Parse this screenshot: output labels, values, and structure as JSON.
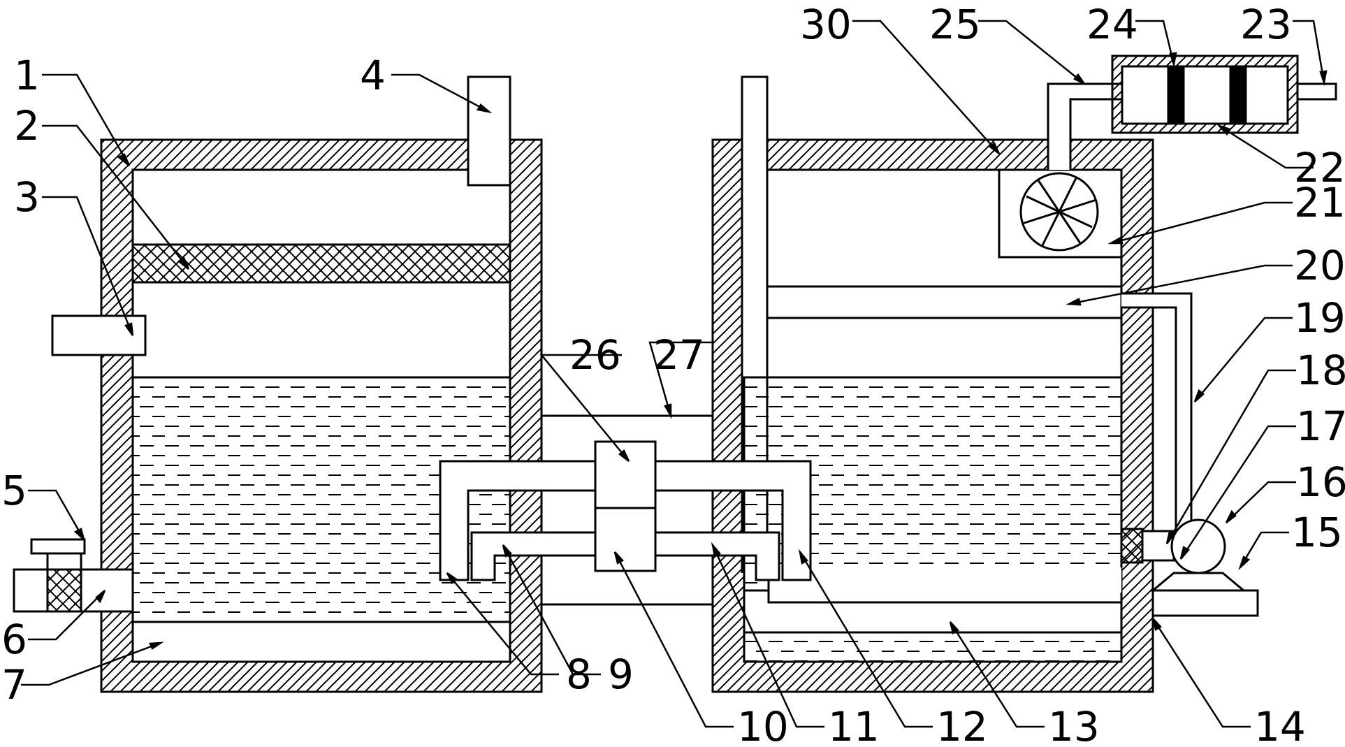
{
  "labels": {
    "n1": "1",
    "n2": "2",
    "n3": "3",
    "n4": "4",
    "n5": "5",
    "n6": "6",
    "n7": "7",
    "n8": "8",
    "n9": "9",
    "n10": "10",
    "n11": "11",
    "n12": "12",
    "n13": "13",
    "n14": "14",
    "n15": "15",
    "n16": "16",
    "n17": "17",
    "n18": "18",
    "n19": "19",
    "n20": "20",
    "n21": "21",
    "n22": "22",
    "n23": "23",
    "n24": "24",
    "n25": "25",
    "n26": "26",
    "n27": "27",
    "n30": "30"
  },
  "colors": {
    "line": "#000000",
    "background": "#ffffff"
  }
}
